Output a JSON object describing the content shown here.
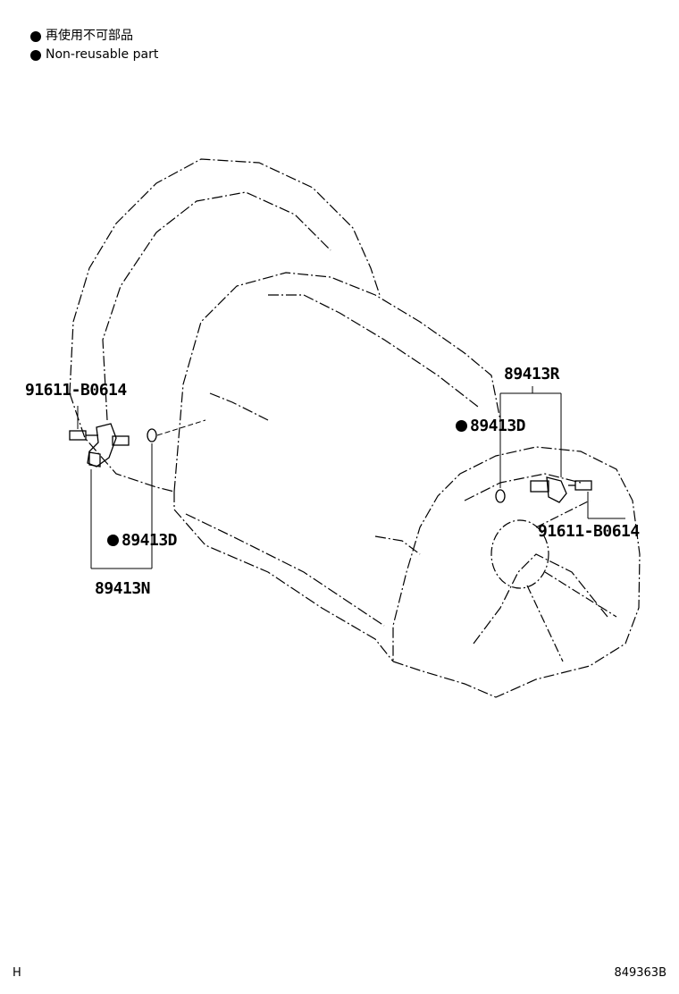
{
  "legend": [
    {
      "marker": "bullet",
      "text": "再使用不可部品"
    },
    {
      "marker": "bullet",
      "text": "Non-reusable part"
    }
  ],
  "parts": {
    "bolt_left": "91611-B0614",
    "bolt_right": "91611-B0614",
    "sensor_left": "89413N",
    "sensor_right": "89413R",
    "oring_left": "89413D",
    "oring_right": "89413D"
  },
  "footer": {
    "left_code": "H",
    "illustration_id": "849363B"
  }
}
